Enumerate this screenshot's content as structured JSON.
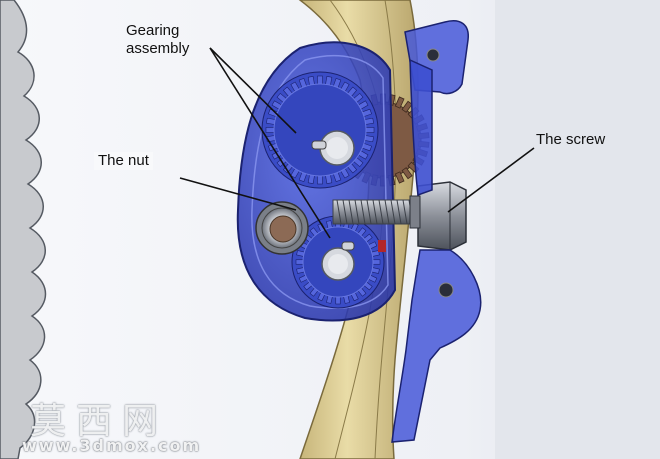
{
  "labels": {
    "gearing_assembly": "Gearing assembly",
    "the_nut": "The nut",
    "the_screw": "The screw"
  },
  "watermark": {
    "chinese": "莫西网",
    "url": "www.3dmox.com"
  },
  "colors": {
    "housing_blue": "#3d4fd0",
    "gear_brown": "#7e5a44",
    "frame_beige": "#d9c78e",
    "sprocket_gray": "#c9cbd0",
    "screw_gray": "#9a9ea6"
  }
}
